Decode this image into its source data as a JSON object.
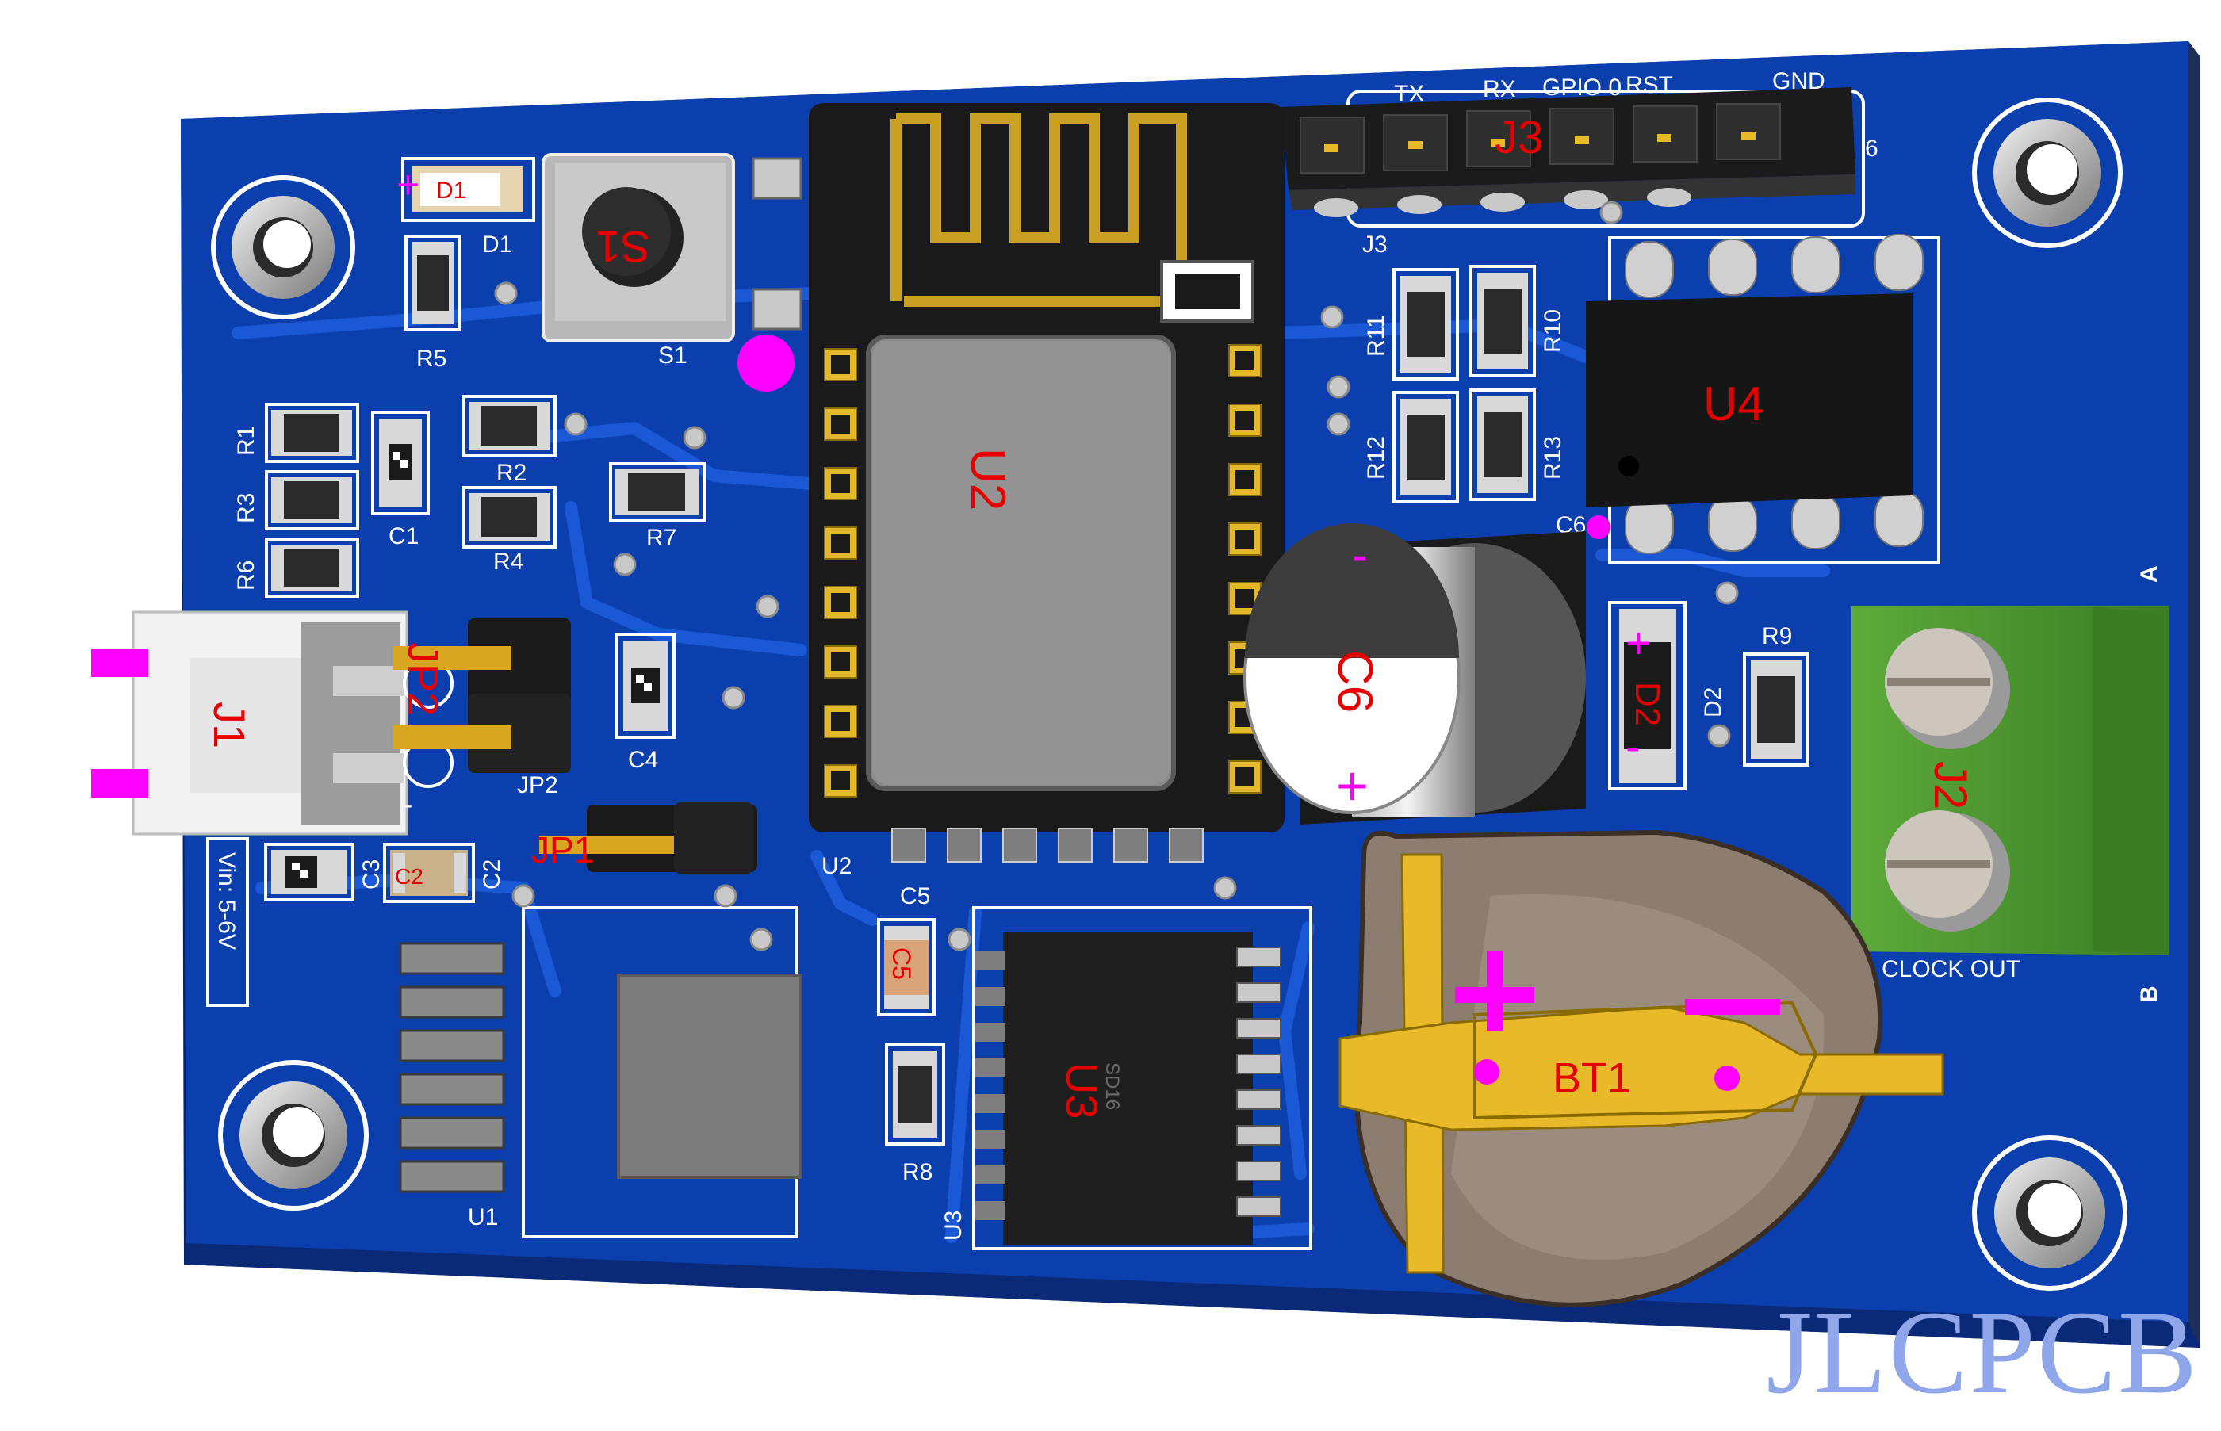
{
  "board": {
    "colors": {
      "pcb": "#0c3fae",
      "pcb_edge": "#06236b",
      "copper_trace": "#1650c8",
      "silk": "#ffffff",
      "ref_text": "#e60000",
      "marker": "#ff00ff",
      "terminal": "#4f9a32",
      "gold": "#e8b928"
    },
    "ref_labels": {
      "J3": "J3",
      "U4": "U4",
      "S1": "S1",
      "D1": "D1",
      "U2": "U2",
      "C6": "C6",
      "J1": "J1",
      "JP2": "JP2",
      "JP1": "JP1",
      "C2": "C2",
      "C5": "C5",
      "U3": "U3",
      "BT1": "BT1",
      "J2": "J2",
      "D2": "D2",
      "R9": "R9",
      "R10": "R10",
      "R11": "R11",
      "R12": "R12",
      "R13": "R13",
      "R1": "R1",
      "R2": "R2",
      "R3": "R3",
      "R4": "R4",
      "R5": "R5",
      "R6": "R6",
      "R7": "R7",
      "R8": "R8"
    },
    "silk_labels": {
      "header_pins": [
        "TX",
        "RX",
        "GPIO 0",
        "RST",
        "GND"
      ],
      "pin_six": "6",
      "j3": "J3",
      "s1": "S1",
      "d1": "D1",
      "r5": "R5",
      "r1": "R1",
      "r2": "R2",
      "r3": "R3",
      "r4": "R4",
      "r6": "R6",
      "r7": "R7",
      "c1": "C1",
      "c3": "C3",
      "c2": "C2",
      "c4": "C4",
      "jp2": "JP2",
      "u2": "U2",
      "c5": "C5",
      "r8": "R8",
      "u3": "U3",
      "u1": "U1",
      "r9": "R9",
      "r10": "R10",
      "r11": "R11",
      "r12": "R12",
      "r13": "R13",
      "d2": "D2",
      "c6": "C6",
      "terminal_a": "A",
      "terminal_b": "B",
      "clock_out": "CLOCK OUT",
      "vin": "Vin: 5-6V",
      "plus": "+",
      "minus": "-"
    },
    "chip_marking": "SD16",
    "watermark": "JLCPCB"
  }
}
